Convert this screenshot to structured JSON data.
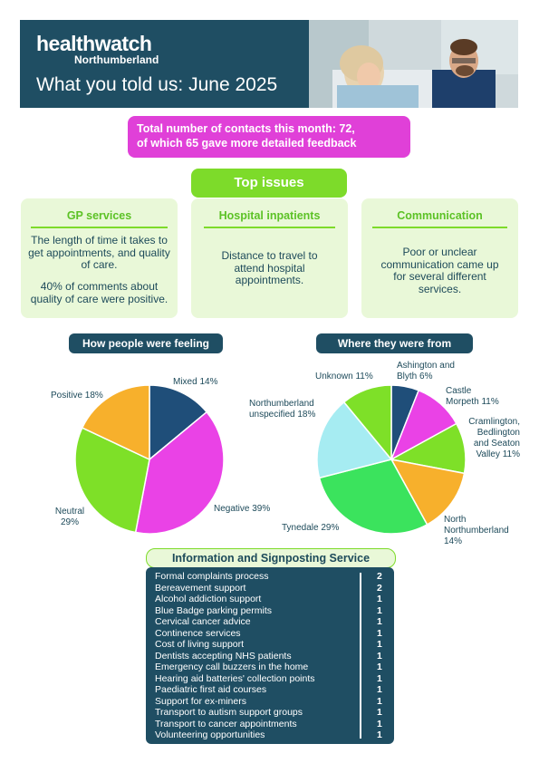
{
  "header": {
    "logo_main": "healthwatch",
    "logo_sub": "Northumberland",
    "title": "What you told us: June 2025"
  },
  "contacts": {
    "line1": "Total number of contacts this month: 72,",
    "line2": "of which 65 gave more detailed feedback"
  },
  "top_issues": {
    "title": "Top issues",
    "cards": [
      {
        "title": "GP services",
        "paragraphs": [
          "The length of time it takes to get appointments, and quality of care.",
          "40% of comments about quality of care were positive."
        ]
      },
      {
        "title": "Hospital inpatients",
        "paragraphs": [
          "Distance to travel to attend hospital appointments."
        ]
      },
      {
        "title": "Communication",
        "paragraphs": [
          "Poor or unclear communication came up for several different services."
        ]
      }
    ]
  },
  "chart_data": [
    {
      "type": "pie",
      "title": "How people were feeling",
      "slices": [
        {
          "label": "Mixed",
          "value": 14,
          "color": "#1f4e79"
        },
        {
          "label": "Negative",
          "value": 39,
          "color": "#ea42e6"
        },
        {
          "label": "Neutral",
          "value": 29,
          "color": "#7ee028"
        },
        {
          "label": "Positive",
          "value": 18,
          "color": "#f7b02c"
        }
      ]
    },
    {
      "type": "pie",
      "title": "Where they were from",
      "slices": [
        {
          "label": "Ashington and Blyth",
          "value": 6,
          "color": "#1f4e79"
        },
        {
          "label": "Castle Morpeth",
          "value": 11,
          "color": "#ea42e6"
        },
        {
          "label": "Cramlington, Bedlington and Seaton Valley",
          "value": 11,
          "color": "#7ee028"
        },
        {
          "label": "North Northumberland",
          "value": 14,
          "color": "#f7b02c"
        },
        {
          "label": "Tynedale",
          "value": 29,
          "color": "#3be35d"
        },
        {
          "label": "Northumberland unspecified",
          "value": 18,
          "color": "#a6ecf2"
        },
        {
          "label": "Unknown",
          "value": 11,
          "color": "#7ee028"
        }
      ]
    }
  ],
  "pie1_labels": {
    "mixed": "Mixed 14%",
    "negative": "Negative 39%",
    "neutral_1": "Neutral",
    "neutral_2": "29%",
    "positive": "Positive 18%"
  },
  "pie2_labels": {
    "ashington_1": "Ashington and",
    "ashington_2": "Blyth 6%",
    "castle_1": "Castle",
    "castle_2": "Morpeth 11%",
    "cram_1": "Cramlington,",
    "cram_2": "Bedlington",
    "cram_3": "and Seaton",
    "cram_4": "Valley 11%",
    "north_1": "North",
    "north_2": "Northumberland",
    "north_3": "14%",
    "tynedale": "Tynedale 29%",
    "unspec_1": "Northumberland",
    "unspec_2": "unspecified 18%",
    "unknown": "Unknown 11%"
  },
  "info_service": {
    "title": "Information and Signposting Service",
    "rows": [
      {
        "label": "Formal complaints process",
        "count": "2"
      },
      {
        "label": "Bereavement support",
        "count": "2"
      },
      {
        "label": "Alcohol addiction support",
        "count": "1"
      },
      {
        "label": "Blue Badge parking permits",
        "count": "1"
      },
      {
        "label": "Cervical cancer advice",
        "count": "1"
      },
      {
        "label": "Continence services",
        "count": "1"
      },
      {
        "label": "Cost of living support",
        "count": "1"
      },
      {
        "label": "Dentists accepting NHS patients",
        "count": "1"
      },
      {
        "label": "Emergency call buzzers in the home",
        "count": "1"
      },
      {
        "label": "Hearing aid batteries' collection points",
        "count": "1"
      },
      {
        "label": "Paediatric first aid courses",
        "count": "1"
      },
      {
        "label": "Support for ex-miners",
        "count": "1"
      },
      {
        "label": "Transport to autism support groups",
        "count": "1"
      },
      {
        "label": "Transport to cancer appointments",
        "count": "1"
      },
      {
        "label": "Volunteering opportunities",
        "count": "1"
      }
    ]
  }
}
